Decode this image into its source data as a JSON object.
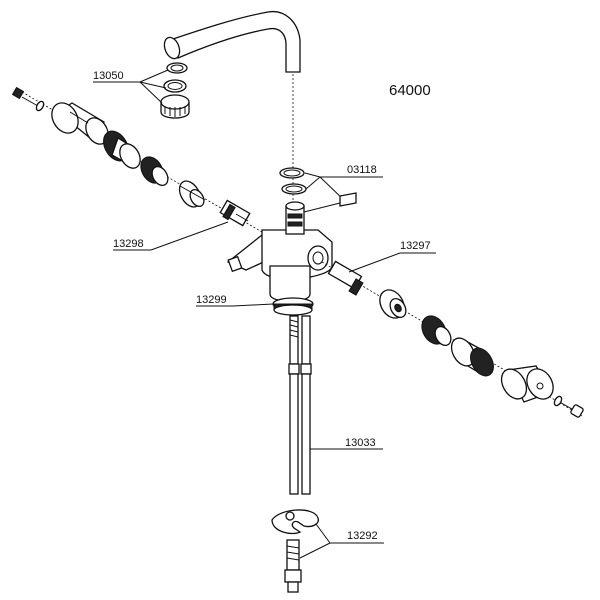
{
  "diagram": {
    "model_number": "64000",
    "part_labels": {
      "aerator_set": "13050",
      "spout_orings": "03118",
      "left_cartridge": "13298",
      "right_cartridge": "13297",
      "body_nut": "13299",
      "mounting_rods": "13033",
      "mounting_bracket": "13292"
    },
    "icons": [
      "faucet-spout",
      "aerator",
      "o-ring",
      "handle-cap",
      "cartridge",
      "threaded-rod",
      "bracket"
    ]
  }
}
